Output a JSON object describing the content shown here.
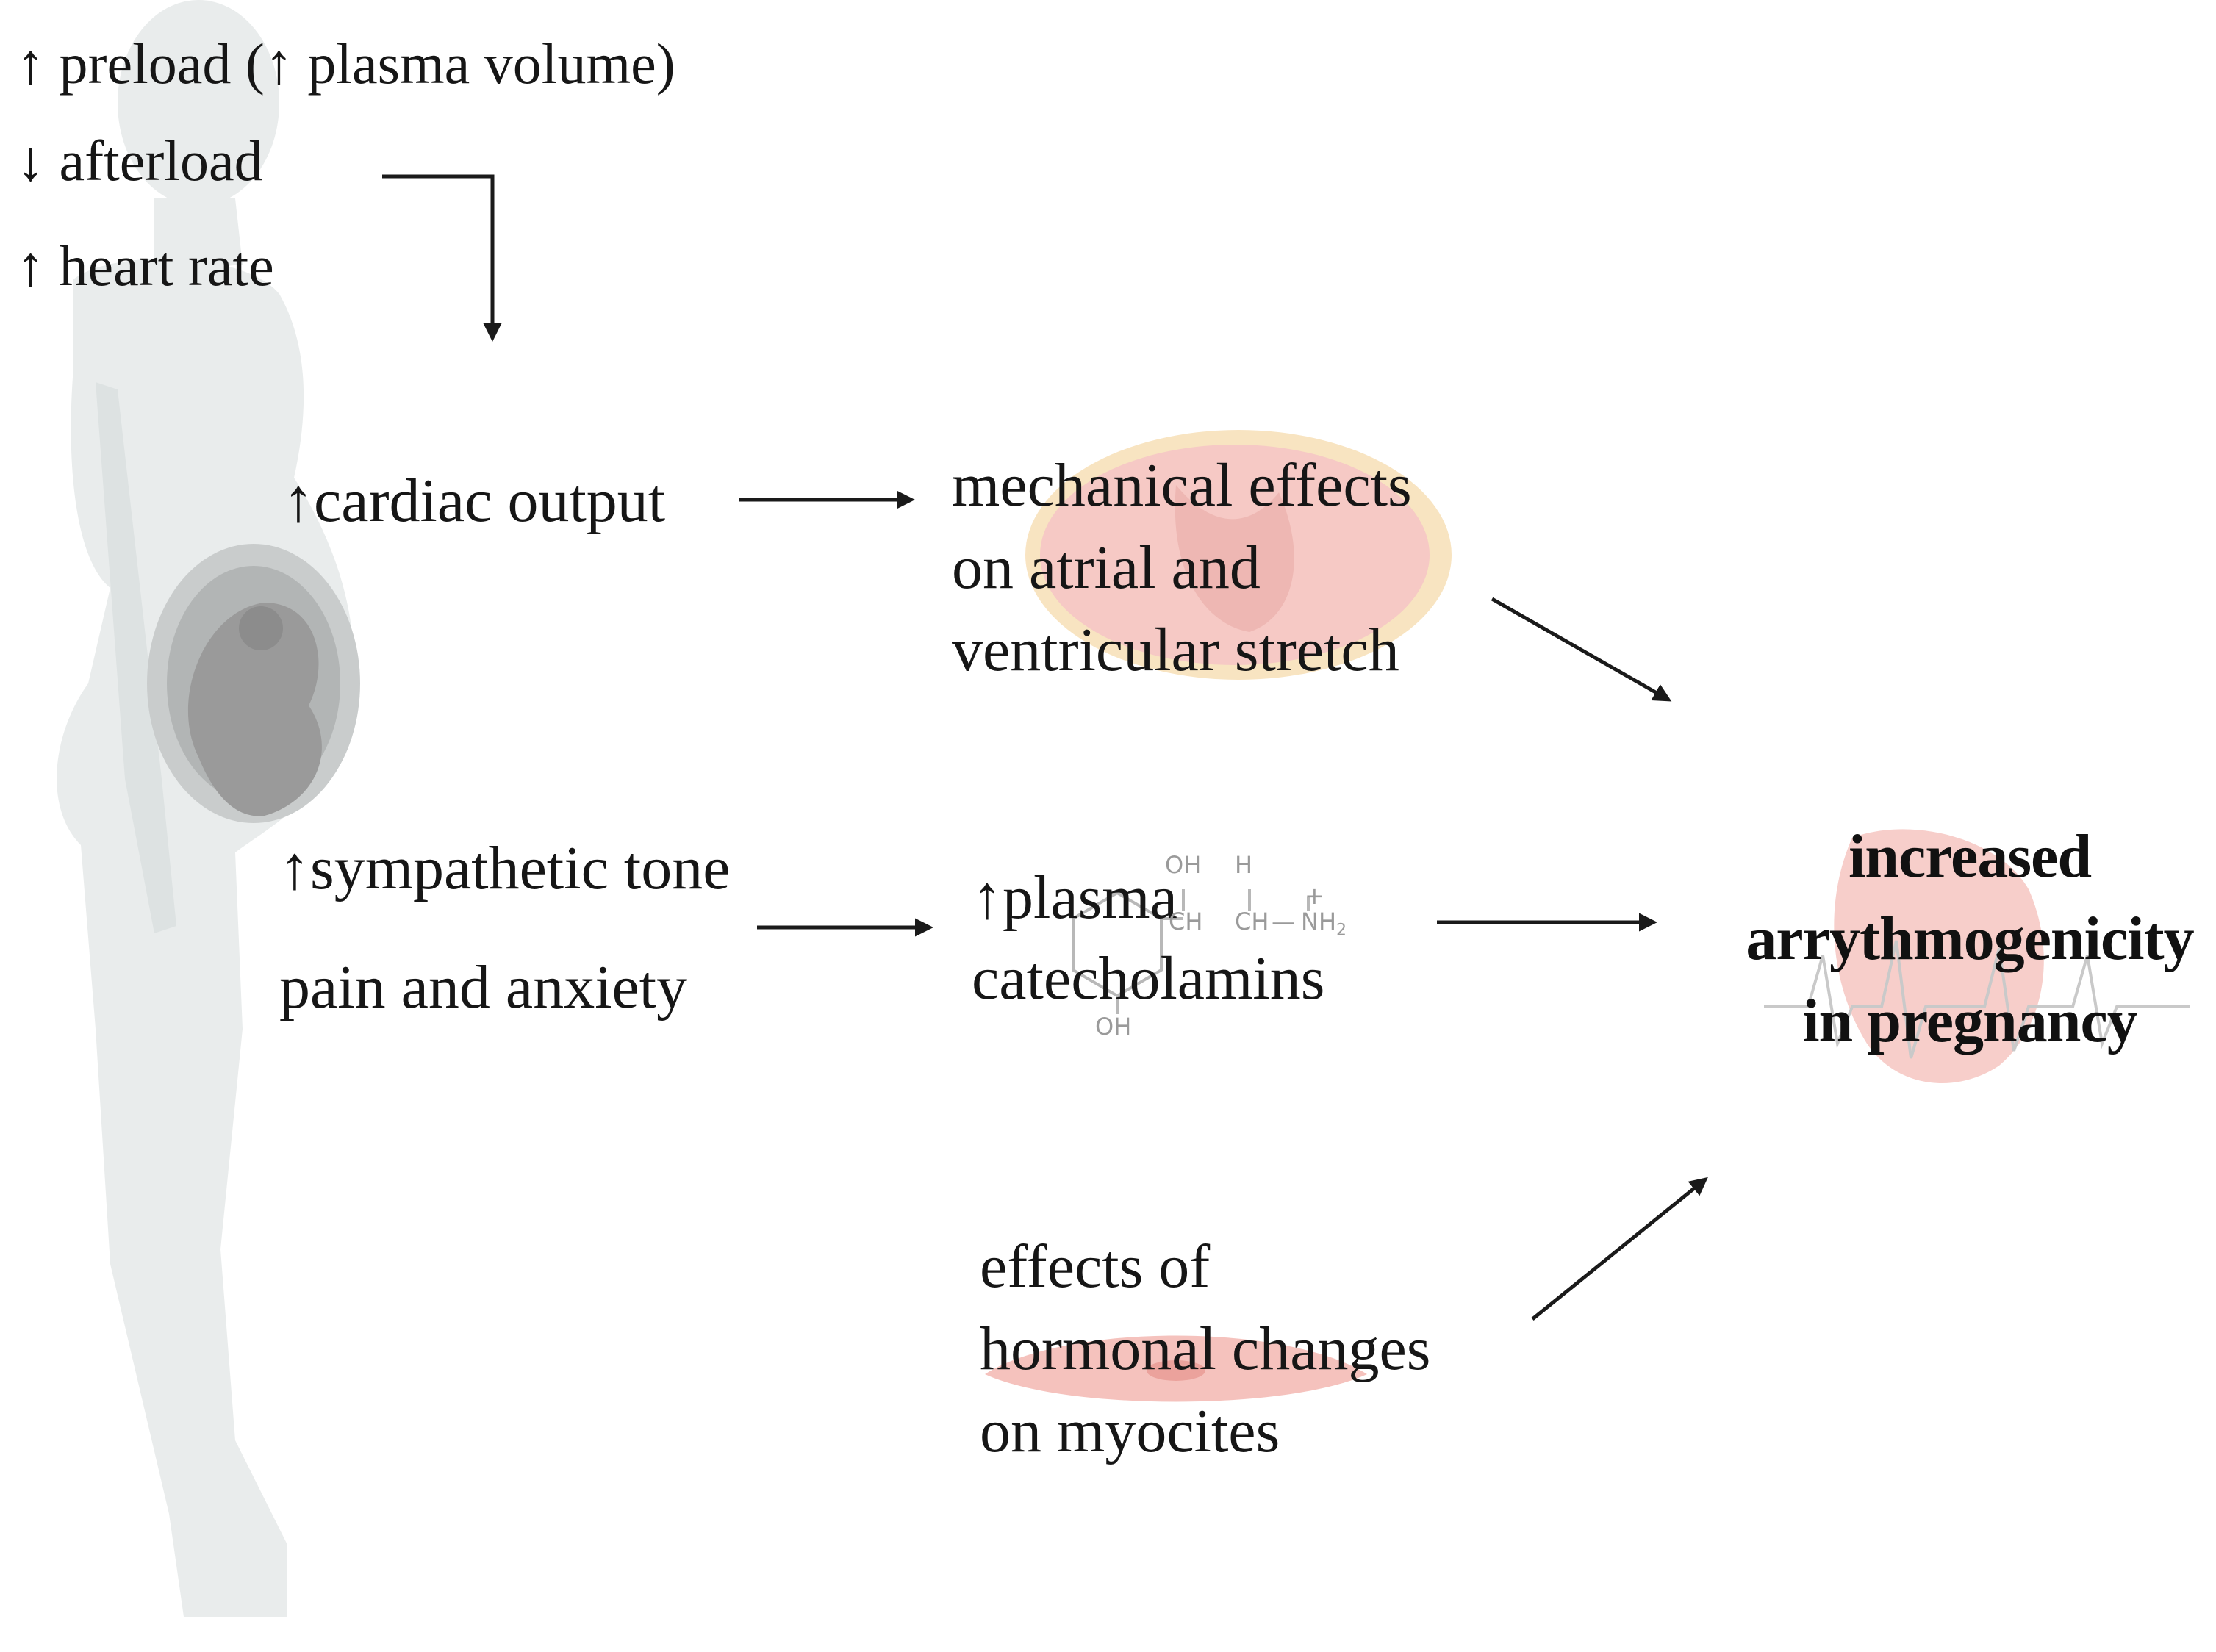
{
  "factors": {
    "preload": "↑ preload (↑ plasma volume)",
    "afterload": "↓ afterload",
    "heart_rate": "↑ heart rate"
  },
  "cardiac_output": "↑cardiac output",
  "sympathetic": {
    "tone": "↑sympathetic tone",
    "pain": "pain and anxiety"
  },
  "mechanical": {
    "lines": [
      "mechanical effects",
      "on atrial and",
      "ventricular stretch"
    ]
  },
  "catecholamins": {
    "lines": [
      "↑plasma",
      "catecholamins"
    ]
  },
  "hormonal": {
    "lines": [
      "effects of",
      "hormonal changes",
      "on myocites"
    ]
  },
  "result": {
    "lines": [
      "increased",
      "arrythmogenicity",
      "in pregnancy"
    ]
  },
  "chemical_labels": {
    "oh_top": "OH",
    "h_top": "H",
    "ch_left": "CH",
    "ch_right": "CH",
    "dash": "—",
    "nh": "NH",
    "nh_sub": "2",
    "plus": "+",
    "oh_bottom": "OH"
  },
  "colors": {
    "text": "#161616",
    "arrow": "#1a1a1a",
    "silhouette": "#e9ecec",
    "fetus": "#9a9a9a",
    "heart_tint": "#f3b3ad"
  },
  "icons": {
    "woman": "pregnant-woman-silhouette-icon",
    "heart": "heart-cross-section-icon",
    "molecule": "catecholamine-molecule-icon",
    "myocyte": "myocyte-cell-icon",
    "result_heart": "heart-ecg-icon"
  }
}
